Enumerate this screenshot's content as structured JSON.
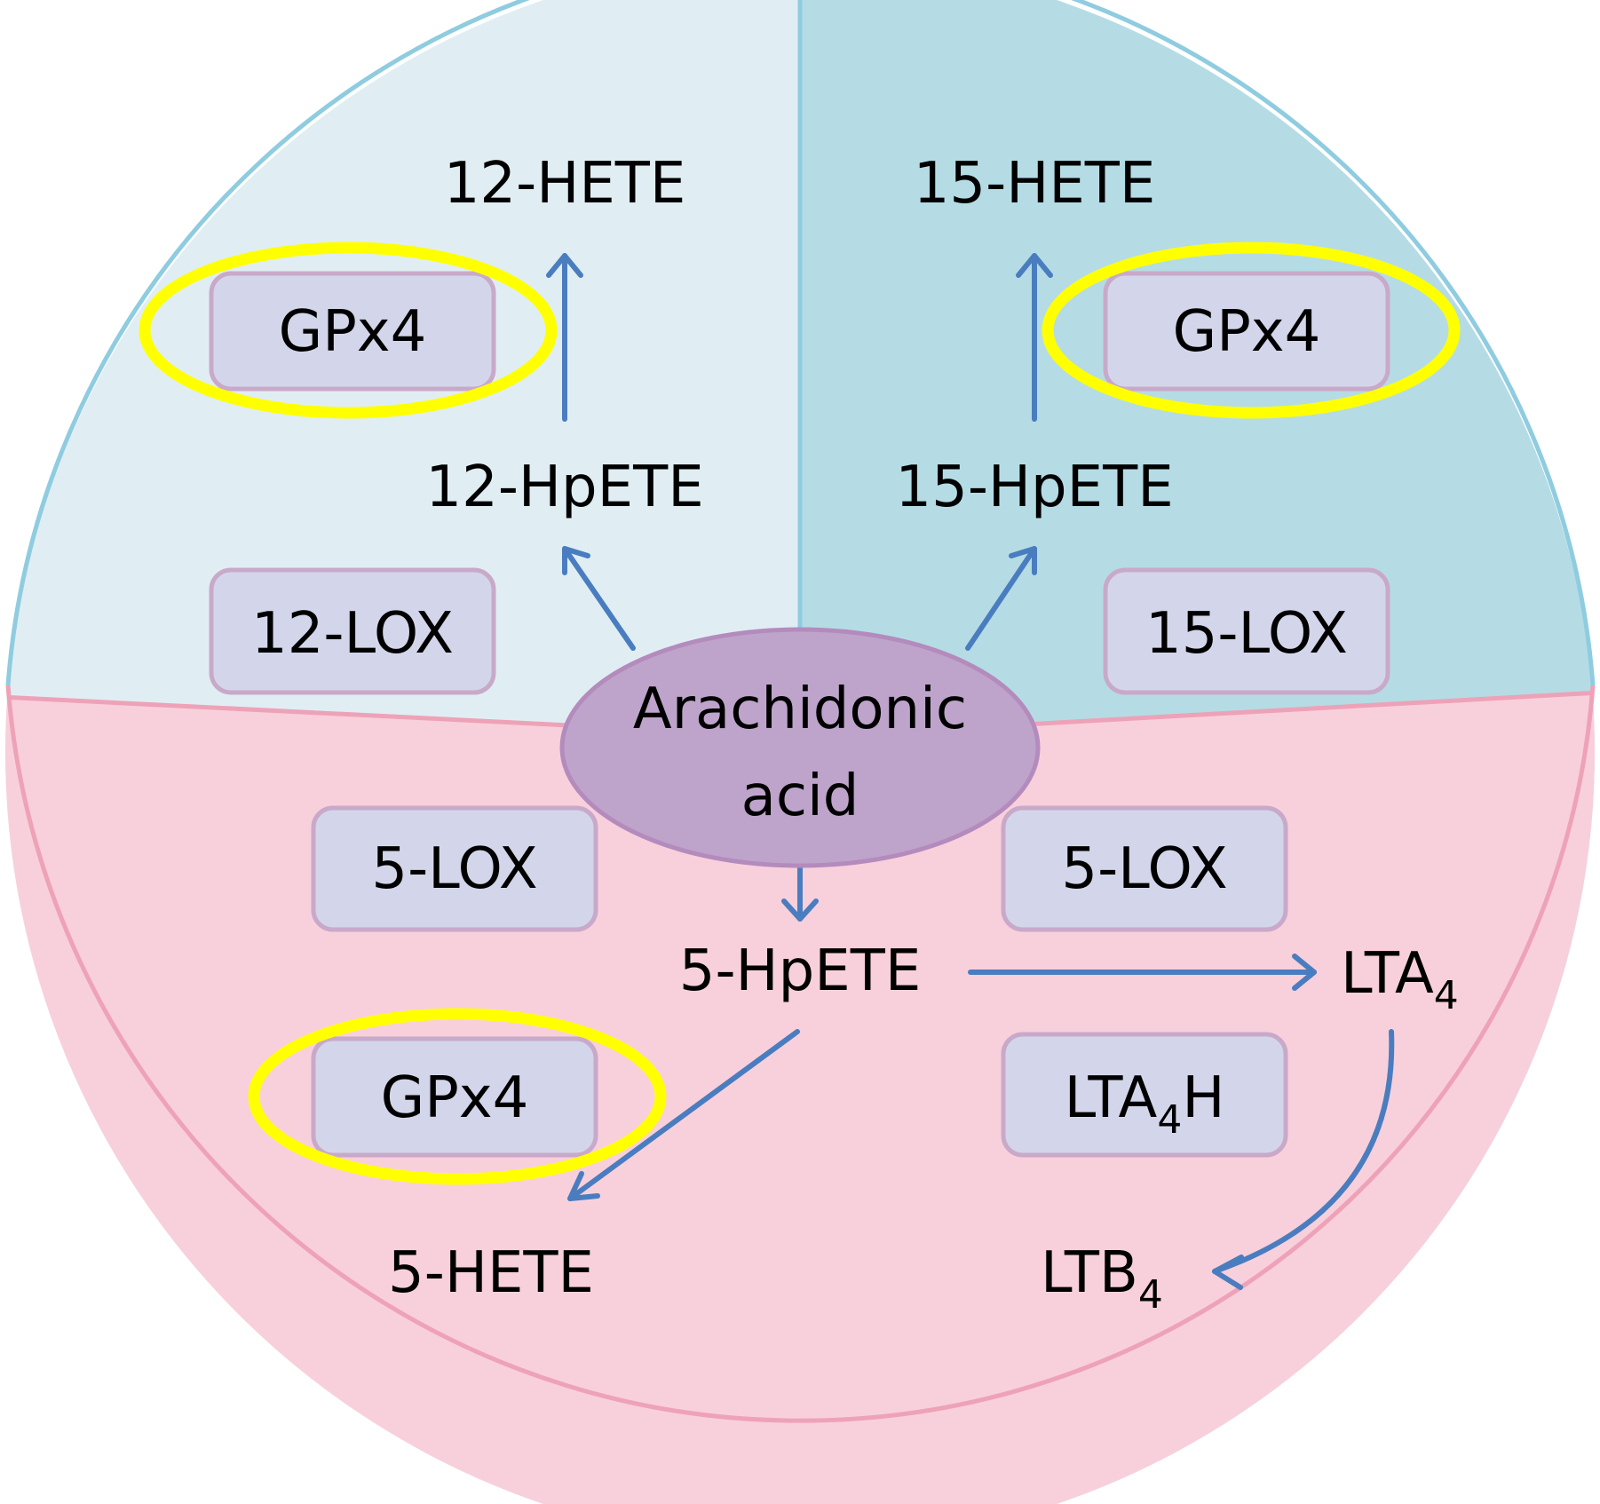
{
  "colors": {
    "quadrant_12lox": "#e0eef3",
    "quadrant_15lox": "#b5dce5",
    "region_5lox": "#f8d0dc",
    "divider_top": "#8fcce0",
    "divider_bottom": "#eea2b8",
    "enzyme_fill": "#d3d6ea",
    "enzyme_border": "#c9a9c9",
    "substrate_fill": "#bea4cb",
    "substrate_border": "#b48bbd",
    "highlight": "#ffff00",
    "arrow": "#4a7dbf"
  },
  "substrate": {
    "line1": "Arachidonic",
    "line2": "acid"
  },
  "pathway_12": {
    "product": "12-HETE",
    "intermediate": "12-HpETE",
    "enzyme_lox": "12-LOX",
    "enzyme_gpx": "GPx4"
  },
  "pathway_15": {
    "product": "15-HETE",
    "intermediate": "15-HpETE",
    "enzyme_lox": "15-LOX",
    "enzyme_gpx": "GPx4"
  },
  "pathway_5": {
    "intermediate": "5-HpETE",
    "enzyme_lox_left": "5-LOX",
    "enzyme_lox_right": "5-LOX",
    "enzyme_gpx": "GPx4",
    "product_hete": "5-HETE",
    "lta": {
      "base": "LTA",
      "sub": "4"
    },
    "ltah": {
      "base": "LTA",
      "sub": "4",
      "suffix": "H"
    },
    "ltb": {
      "base": "LTB",
      "sub": "4"
    }
  },
  "icons": {
    "highlight_marker": "yellow-ellipse",
    "arrow": "line-arrow"
  }
}
